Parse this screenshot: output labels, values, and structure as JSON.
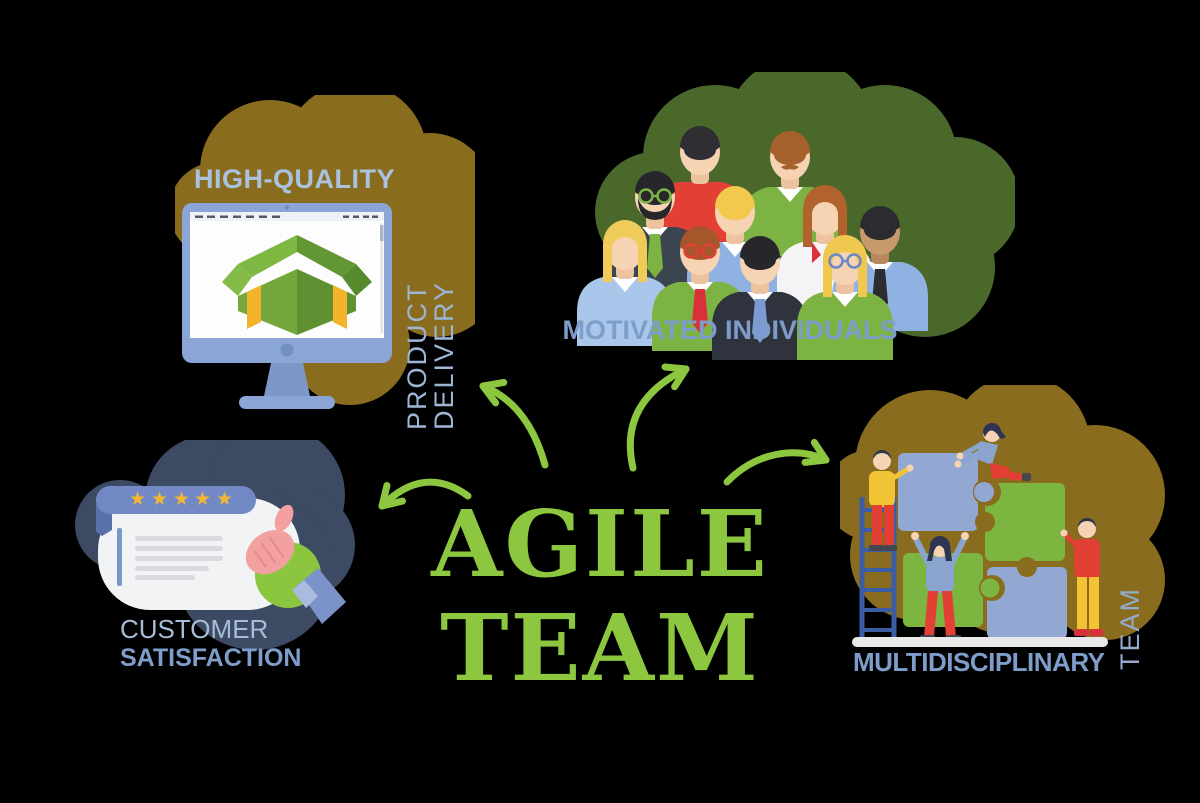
{
  "title": {
    "line1": "AGILE",
    "line2": "TEAM"
  },
  "sections": {
    "high_quality": {
      "heading": "HIGH-QUALITY",
      "vertical_label": "PRODUCT DELIVERY"
    },
    "motivated_individuals": {
      "caption": "MOTIVATED INDIVIDUALS"
    },
    "customer_satisfaction": {
      "line1": "CUSTOMER",
      "line2": "SATISFACTION"
    },
    "multidisciplinary_team": {
      "caption": "MULTIDISCIPLINARY",
      "vertical_label": "TEAM"
    }
  },
  "review_card": {
    "rating_stars": 5
  },
  "icons": {
    "star_icon": "★"
  },
  "colors": {
    "background": "#000000",
    "accent_green": "#8dc63f",
    "label_blue": "#7e9dca",
    "label_light_blue": "#a9c2e0",
    "blob_brown": "#8a6c1e",
    "blob_green": "#4a682a",
    "blob_slate": "#3d4a63",
    "monitor_blue": "#8ba6d6",
    "puzzle_blue": "#92a7d2",
    "puzzle_green": "#7cb53f",
    "star_gold": "#f2b632"
  }
}
